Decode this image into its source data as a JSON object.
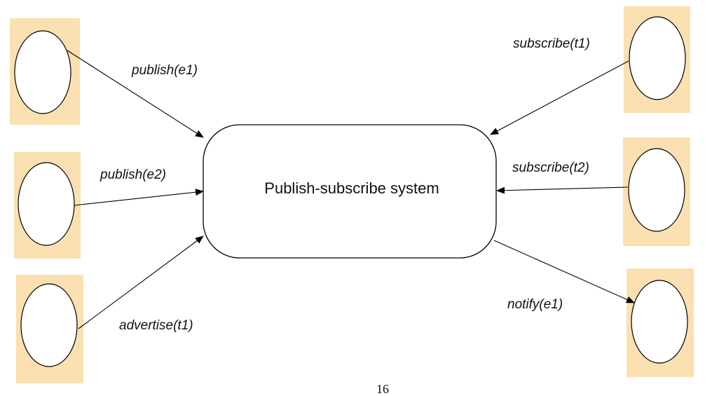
{
  "diagram": {
    "system_label": "Publish-subscribe system",
    "box_color": "#fbe0b2",
    "arrows": [
      {
        "id": "publish-e1",
        "label": "publish(e1)",
        "direction": "to-system"
      },
      {
        "id": "publish-e2",
        "label": "publish(e2)",
        "direction": "to-system"
      },
      {
        "id": "advertise-t1",
        "label": "advertise(t1)",
        "direction": "to-system"
      },
      {
        "id": "subscribe-t1",
        "label": "subscribe(t1)",
        "direction": "to-system"
      },
      {
        "id": "subscribe-t2",
        "label": "subscribe(t2)",
        "direction": "to-system"
      },
      {
        "id": "notify-e1",
        "label": "notify(e1)",
        "direction": "from-system"
      }
    ]
  },
  "page_number": "16"
}
